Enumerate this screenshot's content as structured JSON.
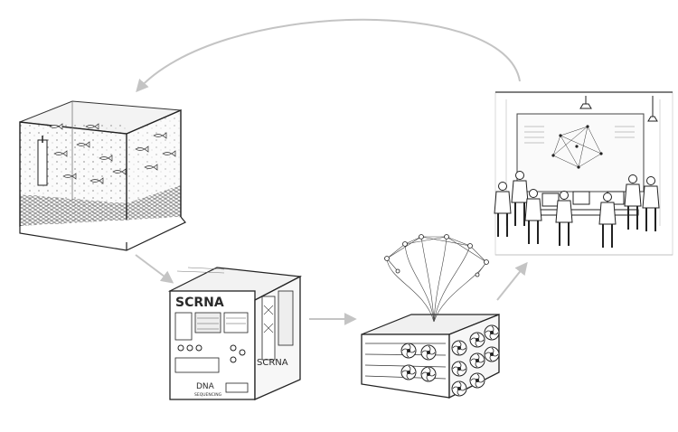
{
  "diagram": {
    "nodes": [
      {
        "id": "aquarium",
        "name": "fish-tank-illustration"
      },
      {
        "id": "sequencer",
        "name": "scrna-sequencer-illustration",
        "labels": {
          "front_top": "SCRNA",
          "side": "SCRNA",
          "front_bottom": "DNA",
          "front_small": "SEQUENCING"
        }
      },
      {
        "id": "server",
        "name": "server-network-illustration"
      },
      {
        "id": "team",
        "name": "research-team-illustration"
      }
    ],
    "edges": [
      {
        "from": "aquarium",
        "to": "sequencer"
      },
      {
        "from": "sequencer",
        "to": "server"
      },
      {
        "from": "server",
        "to": "team"
      },
      {
        "from": "team",
        "to": "aquarium"
      }
    ],
    "colors": {
      "ink": "#2b2b2b",
      "arrow": "#c4c4c4",
      "paper": "#ffffff"
    }
  }
}
